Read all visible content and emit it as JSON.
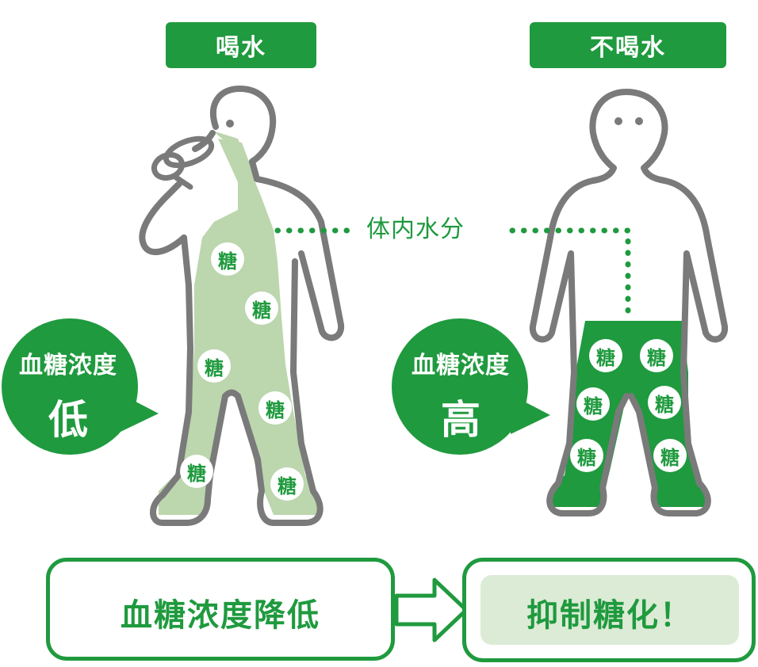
{
  "headers": {
    "drink": "喝水",
    "no_drink": "不喝水"
  },
  "water_label": "体内水分",
  "left_bubble": {
    "label": "血糖浓度",
    "level": "低"
  },
  "right_bubble": {
    "label": "血糖浓度",
    "level": "高"
  },
  "sugar_char": "糖",
  "bottom": {
    "result": "血糖浓度降低",
    "effect": "抑制糖化！"
  },
  "colors": {
    "green": "#1f9a3e",
    "light_green": "#bcd6ae",
    "outline": "#7a7a7a",
    "box_fill": "#dcebd6"
  }
}
